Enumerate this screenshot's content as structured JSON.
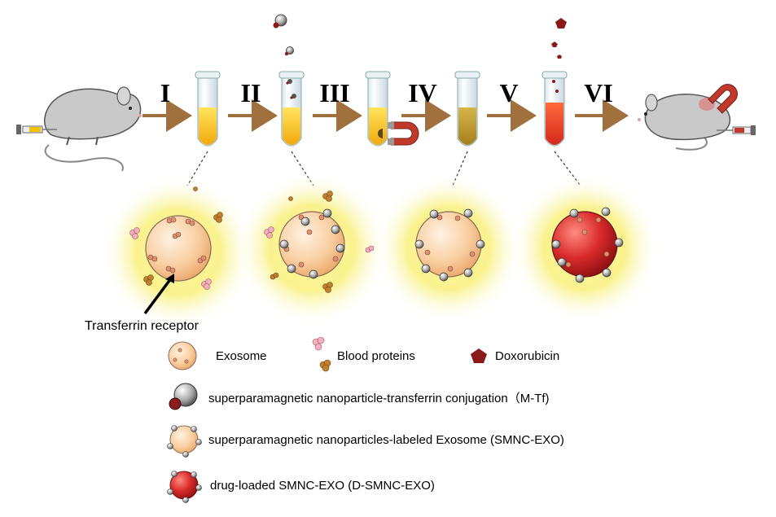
{
  "diagram": {
    "steps": [
      "I",
      "II",
      "III",
      "IV",
      "V",
      "VI"
    ],
    "callout_label": "Transferrin receptor"
  },
  "legend": {
    "exosome": "Exosome",
    "blood_proteins": "Blood proteins",
    "doxorubicin": "Doxorubicin",
    "m_tf": "superparamagnetic nanoparticle-transferrin conjugation（M-Tf)",
    "smnc_exo": "superparamagnetic nanoparticles-labeled Exosome (SMNC-EXO)",
    "d_smnc_exo": "drug-loaded SMNC-EXO (D-SMNC-EXO)"
  },
  "colors": {
    "arrow": "#a0703e",
    "glow": "#f6f07a",
    "exosome_fill": "#f7c79a",
    "drug_exosome_fill": "#d82828",
    "doxorubicin": "#8b1a1a",
    "magnet": "#c0392b"
  }
}
